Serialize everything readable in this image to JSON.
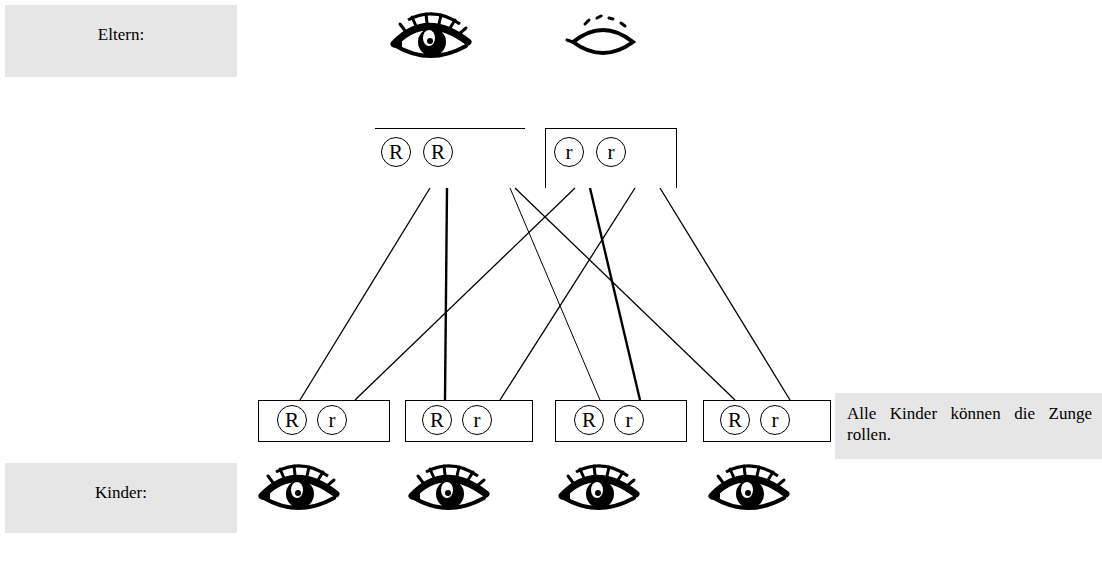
{
  "diagram": {
    "nodes": [
      {
        "text": [
          "Eltern:"
        ]
      },
      {
        "text": []
      },
      {
        "text": [
          "R"
        ],
        "in": 1
      },
      {
        "text": [
          "R"
        ],
        "in": 1
      },
      {
        "text": []
      },
      {
        "text": [
          "r"
        ],
        "in": 4
      },
      {
        "text": [
          "r"
        ],
        "in": 4
      },
      {
        "text": []
      },
      {
        "text": [
          "R"
        ],
        "in": 7
      },
      {
        "text": [
          "r"
        ],
        "in": 7
      },
      {
        "text": []
      },
      {
        "text": [
          "R"
        ],
        "in": 10
      },
      {
        "text": [
          "r"
        ],
        "in": 10
      },
      {
        "text": []
      },
      {
        "text": [
          "R"
        ],
        "in": 13
      },
      {
        "text": [
          "r"
        ],
        "in": 13
      },
      {
        "text": []
      },
      {
        "text": [
          "R"
        ],
        "in": 16
      },
      {
        "text": [
          "r"
        ],
        "in": 16
      },
      {
        "text": [
          "Alle Kinder können die Zunge rollen."
        ]
      },
      {
        "text": [
          "Kinder:"
        ]
      }
    ],
    "edges": [
      {
        "from": 1,
        "to": 7,
        "arrow": "none"
      },
      {
        "from": 1,
        "to": 10,
        "arrow": "none"
      },
      {
        "from": 1,
        "to": 13,
        "arrow": "none"
      },
      {
        "from": 1,
        "to": 16,
        "arrow": "none"
      },
      {
        "from": 4,
        "to": 7,
        "arrow": "none"
      },
      {
        "from": 4,
        "to": 10,
        "arrow": "none"
      },
      {
        "from": 4,
        "to": 13,
        "arrow": "none"
      },
      {
        "from": 4,
        "to": 16,
        "arrow": "none"
      }
    ]
  }
}
